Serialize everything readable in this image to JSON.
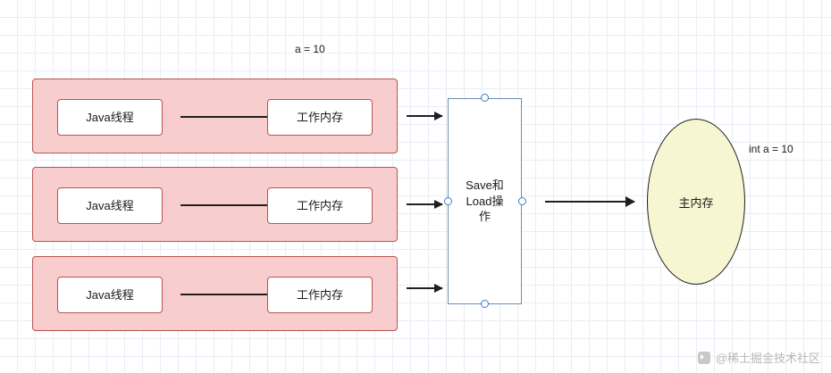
{
  "diagram": {
    "title": "Java Memory Model (JMM) diagram",
    "labels": {
      "variable_top": "a = 10",
      "variable_right": "int a = 10"
    },
    "colors": {
      "thread_group_fill": "#f8cdcd",
      "thread_group_stroke": "#b85450",
      "save_load_stroke": "#6b8fb5",
      "main_memory_fill": "#f7f6d2",
      "main_memory_stroke": "#1f1f1f",
      "arrow": "#1f1f1f",
      "grid": "#e8eef5"
    },
    "thread_groups": [
      {
        "thread_label": "Java线程",
        "memory_label": "工作内存"
      },
      {
        "thread_label": "Java线程",
        "memory_label": "工作内存"
      },
      {
        "thread_label": "Java线程",
        "memory_label": "工作内存"
      }
    ],
    "save_load": {
      "line1": "Save和",
      "line2": "Load操",
      "line3": "作"
    },
    "main_memory": {
      "label": "主内存"
    }
  },
  "watermark": {
    "text": "@稀土掘金技术社区"
  }
}
